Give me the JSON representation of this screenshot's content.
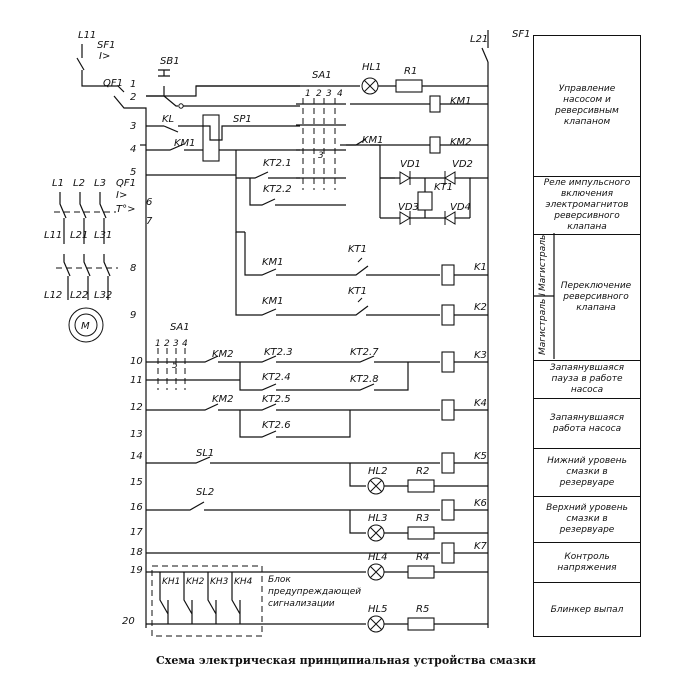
{
  "panel": {
    "header": "SF1",
    "rows": [
      {
        "text": "Управление насосом и реверсивным клапаном"
      },
      {
        "text": "Реле импульсного включения электромагнитов реверсивного клапана"
      },
      {
        "text": "Переключение реверсивного клапана"
      },
      {
        "text": "Запаянувшаяся пауза в работе насоса"
      },
      {
        "text": "Запаянувшаяся работа насоса"
      },
      {
        "text": "Нижний уровень смазки в резервуаре"
      },
      {
        "text": "Верхний уровень смазки в резервуаре"
      },
      {
        "text": "Контроль напряжения"
      },
      {
        "text": "Блинкер выпал"
      }
    ],
    "magistral_labels": [
      "Магистраль II",
      "Магистраль I"
    ]
  },
  "labels": {
    "L11": "L11",
    "SF1": "SF1",
    "I_gt": "I>",
    "QF1": "QF1",
    "SB1": "SB1",
    "L21": "L21",
    "SA1": "SA1",
    "HL1": "HL1",
    "R1": "R1",
    "KM1": "KM1",
    "KM2": "KM2",
    "KL": "KL",
    "SP1": "SP1",
    "KT2_1": "KT2.1",
    "KT2_2": "KT2.2",
    "VD1": "VD1",
    "VD2": "VD2",
    "VD3": "VD3",
    "VD4": "VD4",
    "KT1": "KT1",
    "K1": "K1",
    "K2": "K2",
    "K3": "K3",
    "K4": "K4",
    "K5": "K5",
    "K6": "K6",
    "K7": "K7",
    "KT2_3": "KT2.3",
    "KT2_4": "KT2.4",
    "KT2_5": "KT2.5",
    "KT2_6": "KT2.6",
    "KT2_7": "KT2.7",
    "KT2_8": "KT2.8",
    "SL1": "SL1",
    "SL2": "SL2",
    "HL2": "HL2",
    "HL3": "HL3",
    "HL4": "HL4",
    "HL5": "HL5",
    "R2": "R2",
    "R3": "R3",
    "R4": "R4",
    "R5": "R5",
    "KH1": "KH1",
    "KH2": "KH2",
    "KH3": "KH3",
    "KH4": "KH4",
    "L1": "L1",
    "L2": "L2",
    "L3": "L3",
    "L31": "L31",
    "L12": "L12",
    "L22": "L22",
    "L32": "L32",
    "T_gt": "T°>",
    "M": "M",
    "block1": "Блок",
    "block2": "предупреждающей",
    "block3": "сигнализации",
    "sa1_pos1": "1",
    "sa1_pos2": "2",
    "sa1_pos3": "3",
    "sa1_pos4": "4",
    "sa1_pos5": "5"
  },
  "row_numbers": [
    "1",
    "2",
    "3",
    "4",
    "5",
    "6",
    "7",
    "8",
    "9",
    "10",
    "11",
    "12",
    "13",
    "14",
    "15",
    "16",
    "17",
    "18",
    "19",
    "20"
  ],
  "caption": "Схема электрическая принципиальная устройства смазки"
}
